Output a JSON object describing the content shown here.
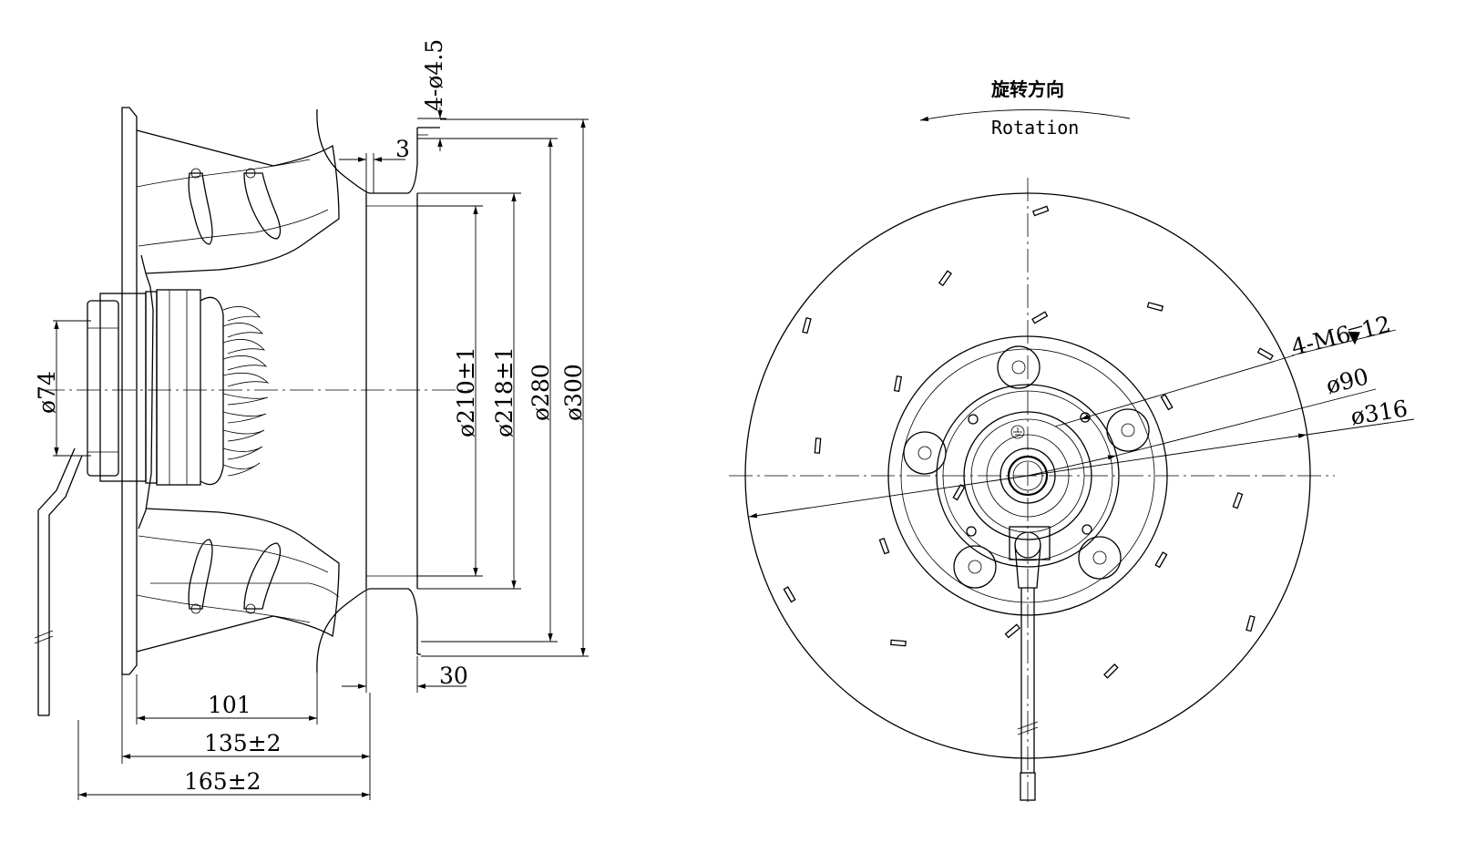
{
  "side_view": {
    "dims": {
      "hole": "4-ø4.5",
      "flange": "3",
      "d74": "ø74",
      "d210": "ø210±1",
      "d218": "ø218±1",
      "d280": "ø280",
      "d300": "ø300",
      "inlet_depth": "30",
      "l101": "101",
      "l135": "135±2",
      "l165": "165±2"
    }
  },
  "front_view": {
    "rotation_cn": "旋转方向",
    "rotation_en": "Rotation",
    "dims": {
      "m6": "4-M6",
      "depth": "12",
      "d90": "ø90",
      "d316": "ø316"
    }
  }
}
